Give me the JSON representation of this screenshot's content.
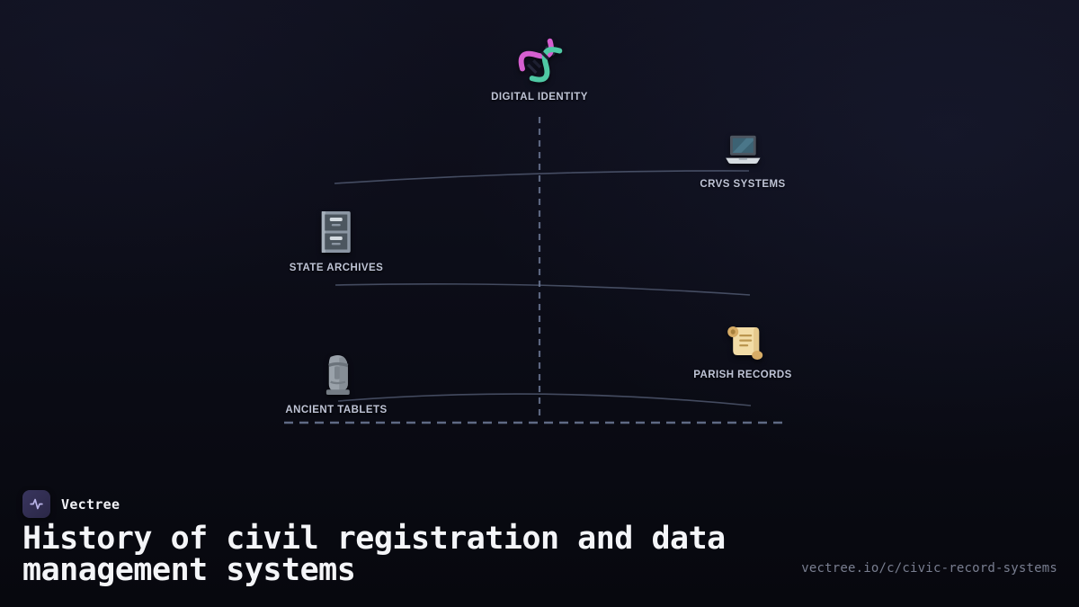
{
  "diagram": {
    "nodes": [
      {
        "id": "digital-identity",
        "label": "DIGITAL IDENTITY",
        "icon": "dna-icon"
      },
      {
        "id": "crvs-systems",
        "label": "CRVS SYSTEMS",
        "icon": "laptop-icon"
      },
      {
        "id": "state-archives",
        "label": "STATE ARCHIVES",
        "icon": "file-cabinet-icon"
      },
      {
        "id": "parish-records",
        "label": "PARISH RECORDS",
        "icon": "scroll-icon"
      },
      {
        "id": "ancient-tablets",
        "label": "ANCIENT TABLETS",
        "icon": "moai-icon"
      }
    ],
    "line_color": "#72809c",
    "dash_color": "#5c6680"
  },
  "footer": {
    "brand": "Vectree",
    "title": "History of civil registration and data management systems",
    "url": "vectree.io/c/civic-record-systems"
  },
  "colors": {
    "background": "#0b0c16",
    "title_text": "#f4f5f8",
    "label_text": "#bfc4d6",
    "url_text": "#797e90",
    "logo_bg": "#39355e"
  }
}
